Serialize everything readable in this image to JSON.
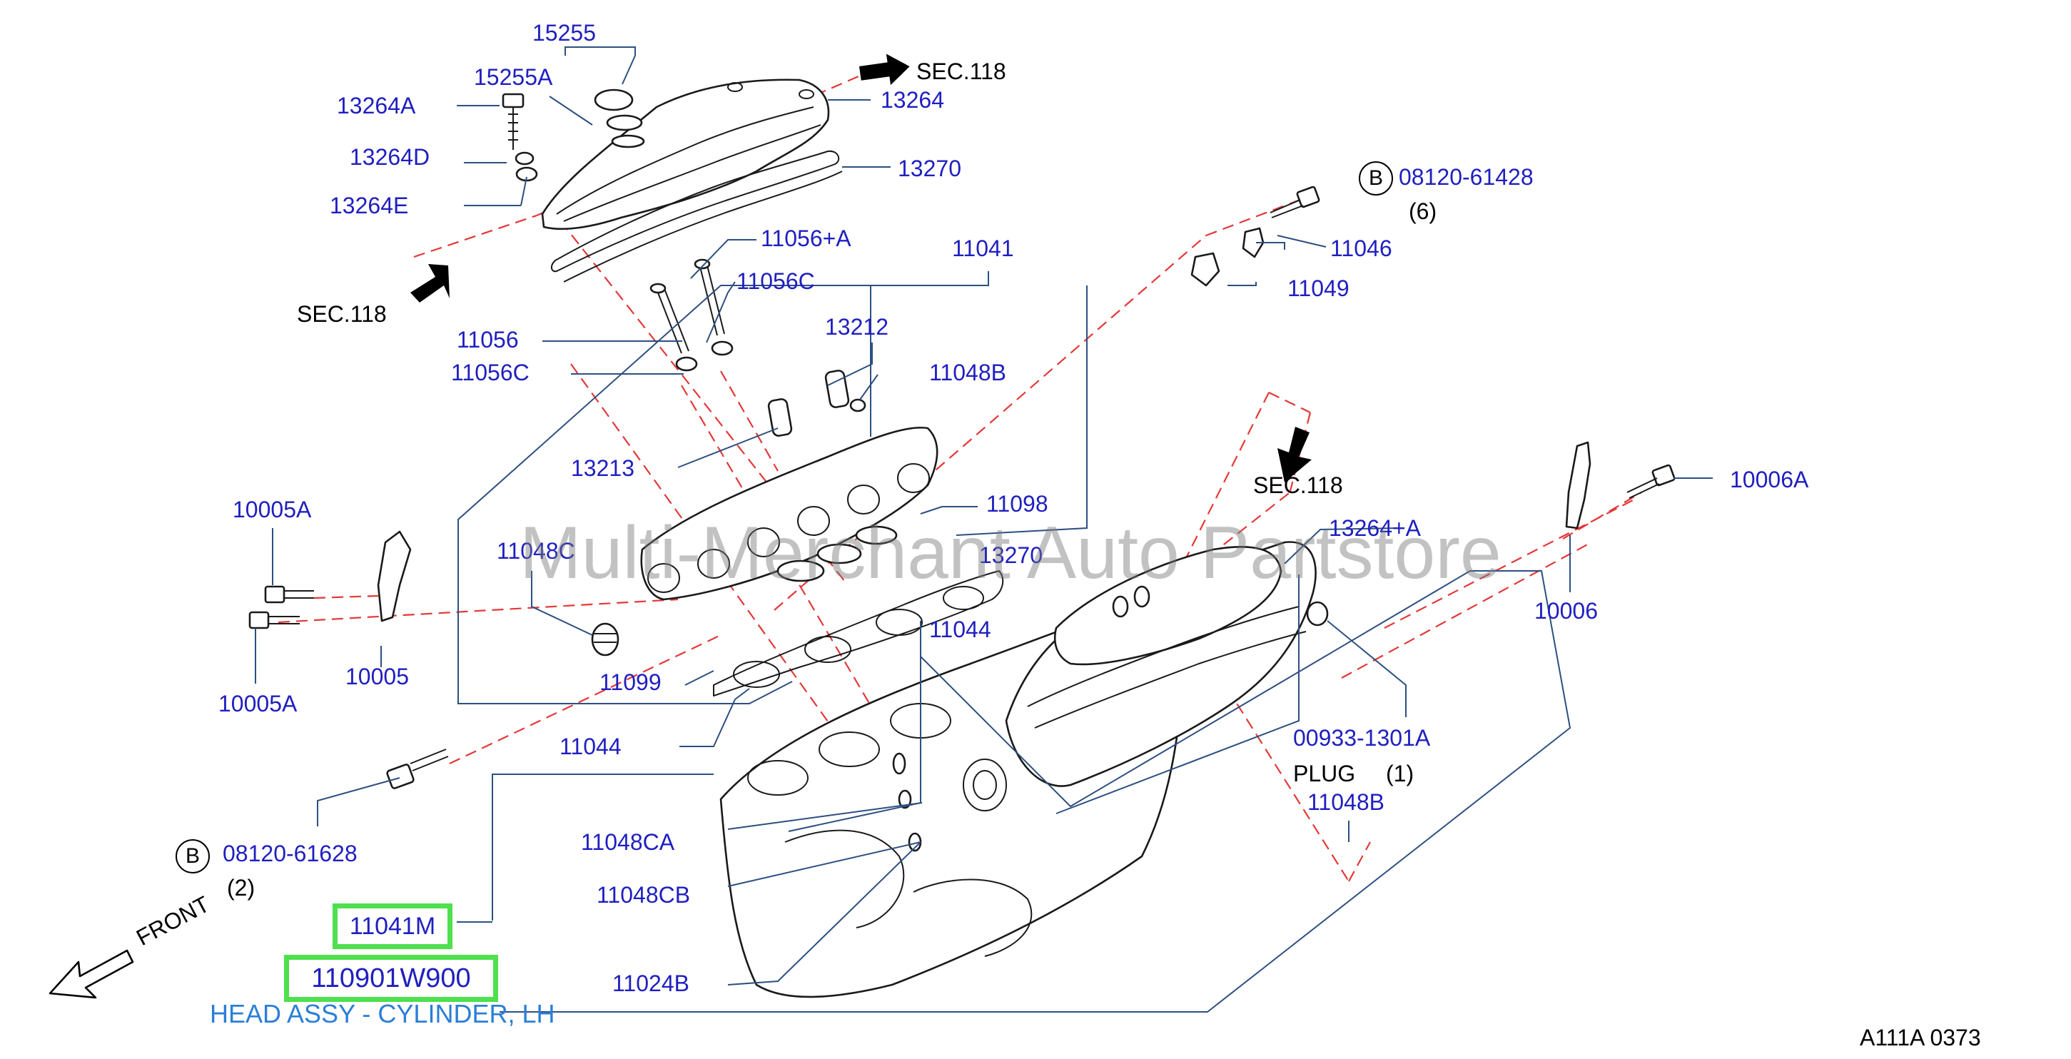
{
  "diagram": {
    "labels": {
      "l15255": "15255",
      "l15255A": "15255A",
      "l13264A": "13264A",
      "l13264": "13264",
      "l13264D": "13264D",
      "l13264E": "13264E",
      "l13270a": "13270",
      "l13270b": "13270",
      "l11056A": "11056+A",
      "l11041": "11041",
      "l11056C1": "11056C",
      "l11056": "11056",
      "l11056C2": "11056C",
      "l13212": "13212",
      "l11048B1": "11048B",
      "l11048B2": "11048B",
      "l13213": "13213",
      "l11098": "11098",
      "l10005A1": "10005A",
      "l10005A2": "10005A",
      "l10005": "10005",
      "l11048C": "11048C",
      "l11099": "11099",
      "l11044a": "11044",
      "l11044b": "11044",
      "l11048CA": "11048CA",
      "l11048CB": "11048CB",
      "l11024B": "11024B",
      "l11046": "11046",
      "l11049": "11049",
      "l08120_61428": "08120-61428",
      "l08120_61628": "08120-61628",
      "l13264plusA": "13264+A",
      "l10006A": "10006A",
      "l10006": "10006",
      "l00933": "00933-1301A"
    },
    "black_labels": {
      "sec118a": "SEC.118",
      "sec118b": "SEC.118",
      "sec118c": "SEC.118",
      "qty6": "(6)",
      "qty2": "(2)",
      "plug": "PLUG",
      "plugqty": "(1)",
      "front": "FRONT",
      "ref": "A111A  0373"
    },
    "circle_B": "B",
    "highlighted": {
      "part_11041M": "11041M",
      "part_number": "110901W900"
    },
    "caption": "HEAD ASSY - CYLINDER, LH",
    "watermark": "Multi-Merchant Auto Partstore"
  },
  "colors": {
    "label_blue": "#1f1fc0",
    "caption_blue": "#2a7fd6",
    "highlight_green": "#4ee04e",
    "dash_red": "#e43838",
    "leader_blue": "#2d4f80"
  }
}
